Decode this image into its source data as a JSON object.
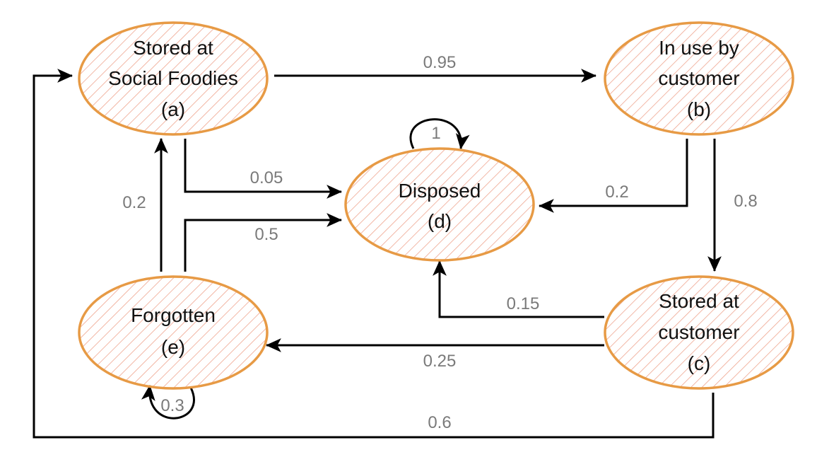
{
  "colors": {
    "node_stroke": "#e79a45",
    "hatch": "#efa58f",
    "edge": "#000000",
    "edge_label": "#7a7a7a"
  },
  "nodes": {
    "a": {
      "line1": "Stored at",
      "line2": "Social Foodies",
      "line3": "(a)"
    },
    "b": {
      "line1": "In use by",
      "line2": "customer",
      "line3": "(b)"
    },
    "c": {
      "line1": "Stored at",
      "line2": "customer",
      "line3": "(c)"
    },
    "d": {
      "line1": "Disposed",
      "line2": "(d)"
    },
    "e": {
      "line1": "Forgotten",
      "line2": "(e)"
    }
  },
  "edges": {
    "a_to_b": "0.95",
    "a_to_d": "0.05",
    "b_to_d": "0.2",
    "b_to_c": "0.8",
    "c_to_d": "0.15",
    "c_to_e": "0.25",
    "c_to_a": "0.6",
    "e_to_a": "0.2",
    "e_to_d": "0.5",
    "d_to_d": "1",
    "e_to_e": "0.3"
  }
}
